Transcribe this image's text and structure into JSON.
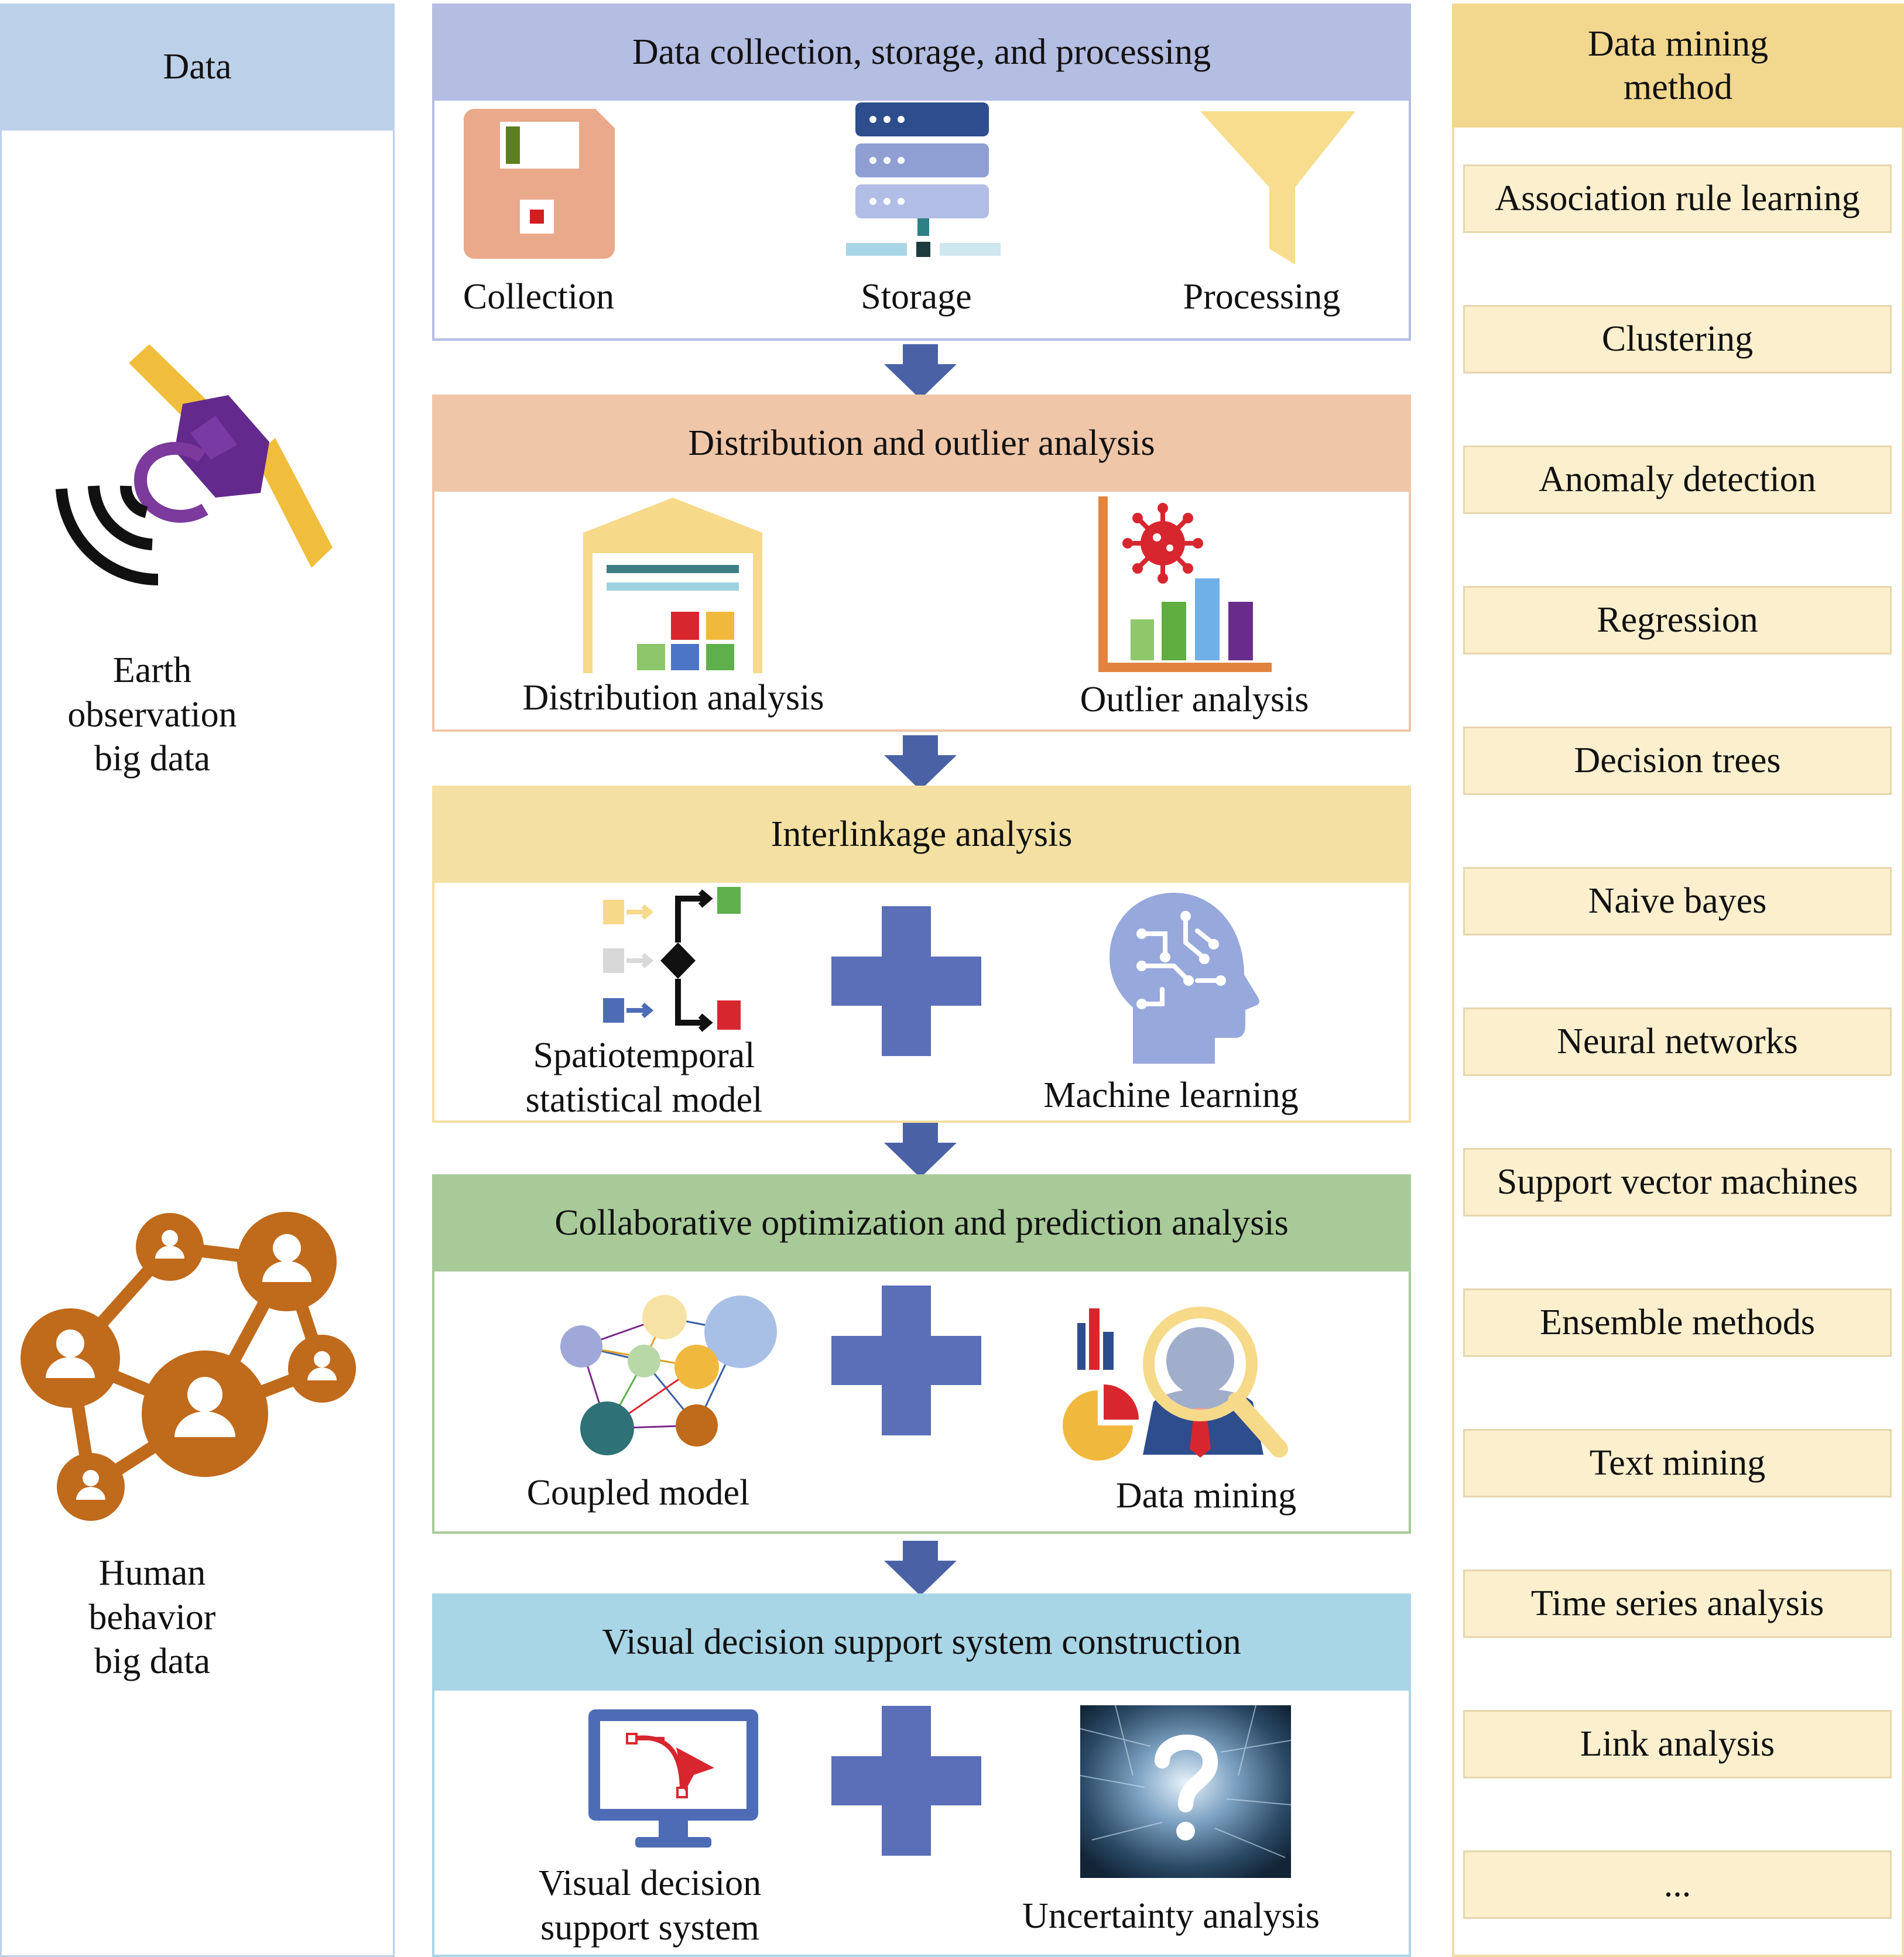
{
  "left": {
    "header": "Data",
    "earth_label": [
      "Earth",
      "observation",
      "big data"
    ],
    "human_label": [
      "Human",
      "behavior",
      "big data"
    ]
  },
  "stages": [
    {
      "title": "Data collection, storage, and processing",
      "color": "#b4bde2",
      "items": [
        "Collection",
        "Storage",
        "Processing"
      ]
    },
    {
      "title": "Distribution and outlier analysis",
      "color": "#efc6a8",
      "items": [
        "Distribution analysis",
        "Outlier analysis"
      ]
    },
    {
      "title": "Interlinkage analysis",
      "color": "#f4e0a2",
      "items": [
        "Spatiotemporal",
        "statistical model",
        "Machine learning"
      ]
    },
    {
      "title": "Collaborative optimization and prediction analysis",
      "color": "#a8ca98",
      "items": [
        "Coupled model",
        "Data mining"
      ]
    },
    {
      "title": "Visual decision support system construction",
      "color": "#a9d6e6",
      "items": [
        "Visual decision",
        "support system",
        "Uncertainty analysis"
      ]
    }
  ],
  "right": {
    "header": [
      "Data mining",
      "method"
    ],
    "methods": [
      "Association rule learning",
      "Clustering",
      "Anomaly detection",
      "Regression",
      "Decision trees",
      "Naive bayes",
      "Neural networks",
      "Support vector machines",
      "Ensemble methods",
      "Text mining",
      "Time series analysis",
      "Link analysis",
      "..."
    ]
  },
  "colors": {
    "arrow": "#4a62a5",
    "plus": "#5b6fb9",
    "left_header": "#bdd0e9",
    "right_header": "#f2d88f",
    "method_box": "#fbefcd",
    "network_orange": "#c06a1b"
  }
}
